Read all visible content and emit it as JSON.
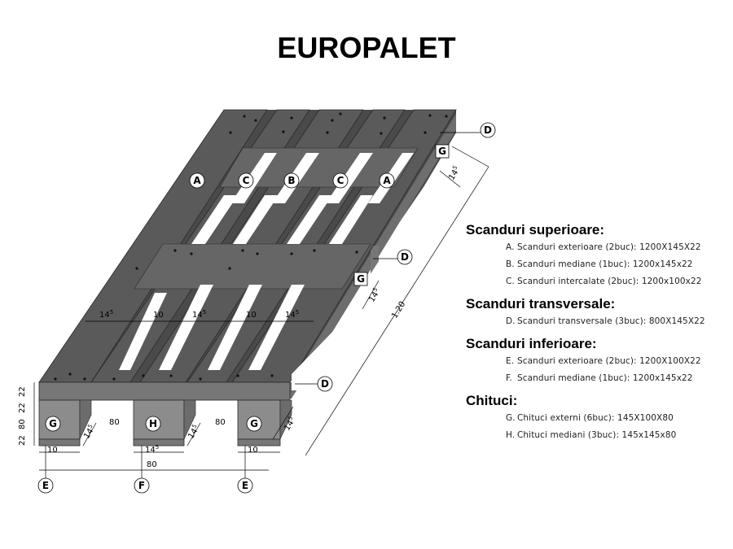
{
  "title": "EUROPALET",
  "labels": {
    "A": "A",
    "B": "B",
    "C": "C",
    "D": "D",
    "E": "E",
    "F": "F",
    "G": "G",
    "H": "H"
  },
  "dimensions": {
    "d14_5": "14",
    "sup5": "5",
    "d10": "10",
    "d80": "80",
    "d22": "22",
    "d1_20": "1.20"
  },
  "colors": {
    "board_top": "#5a5a5a",
    "board_side": "#777777",
    "block": "#8c8c8c",
    "line": "#000000"
  },
  "legend": [
    {
      "title": "Scanduri superioare:",
      "items": [
        {
          "letter": "A.",
          "text": "Scanduri exterioare (2buc): 1200X145X22"
        },
        {
          "letter": "B.",
          "text": "Scanduri mediane (1buc): 1200x145x22"
        },
        {
          "letter": "C.",
          "text": "Scanduri intercalate (2buc): 1200x100x22"
        }
      ]
    },
    {
      "title": "Scanduri transversale:",
      "items": [
        {
          "letter": "D.",
          "text": "Scanduri transversale (3buc): 800X145X22"
        }
      ]
    },
    {
      "title": "Scanduri inferioare:",
      "items": [
        {
          "letter": "E.",
          "text": "Scanduri exterioare (2buc): 1200X100X22"
        },
        {
          "letter": "F.",
          "text": "Scanduri mediane (1buc): 1200x145x22"
        }
      ]
    },
    {
      "title": "Chituci:",
      "items": [
        {
          "letter": "G.",
          "text": "Chituci externi (6buc): 145X100X80"
        },
        {
          "letter": "H.",
          "text": "Chituci mediani (3buc): 145x145x80"
        }
      ]
    }
  ]
}
